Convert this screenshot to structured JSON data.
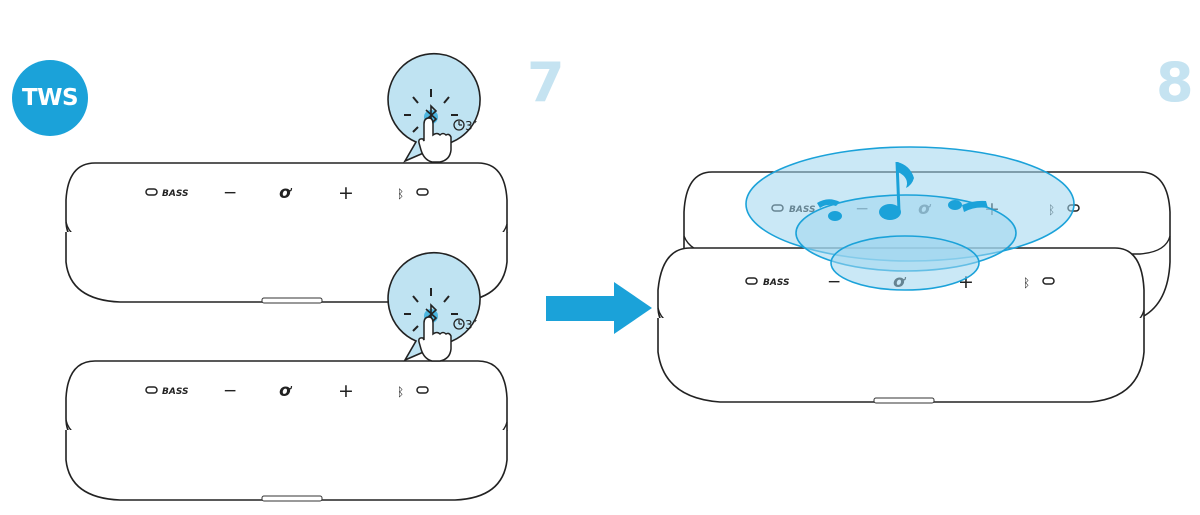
{
  "badge": {
    "label": "TWS",
    "color": "#1ba2d9"
  },
  "steps": {
    "step7": "7",
    "step8": "8"
  },
  "speaker_controls": {
    "bass_label": "BASS",
    "minus_symbol": "−",
    "plus_symbol": "+",
    "logo_glyph": "ơ",
    "bluetooth_symbol": "ᛒ"
  },
  "press_callout": {
    "timer_label": "3″"
  },
  "colors": {
    "accent": "#1ba2d9",
    "step_number": "#c5e3f1",
    "callout_fill": "#bfe3f2",
    "sound_fill": "#9fd6ee",
    "outline": "#222222"
  },
  "icons": [
    "bluetooth-icon",
    "hand-press-icon",
    "timer-icon",
    "music-note-icon",
    "arrow-right-icon"
  ]
}
